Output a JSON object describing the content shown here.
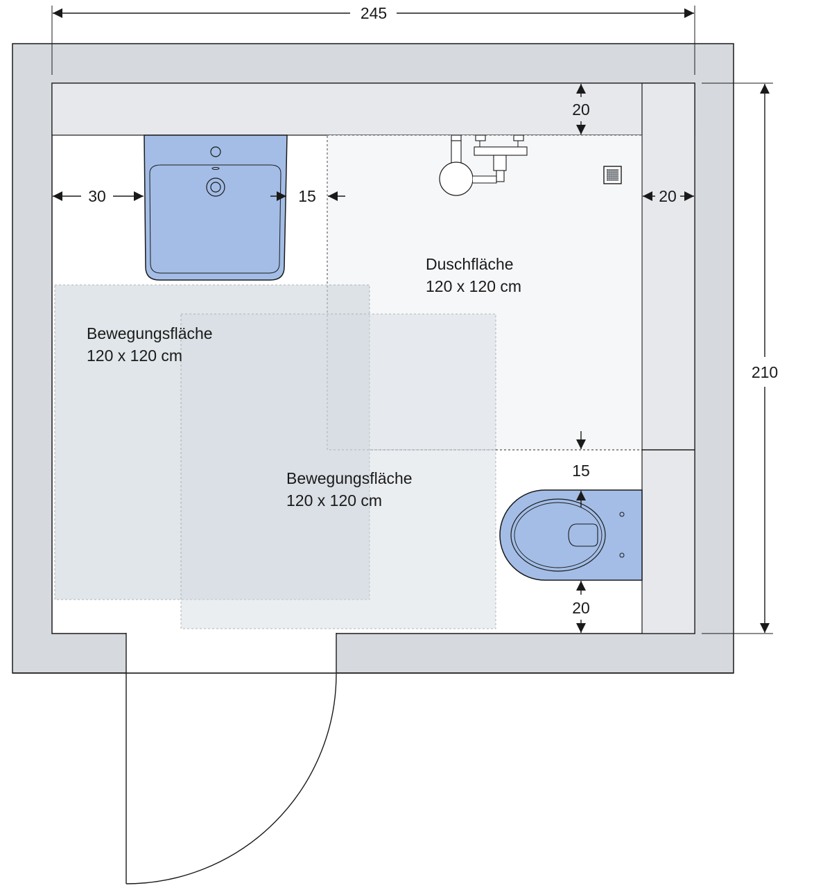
{
  "dimensions": {
    "total_width": "245",
    "total_height": "210",
    "top_wall_gap": "20",
    "left_clearance": "30",
    "washbasin_gap": "15",
    "right_wall_gap": "20",
    "wc_top_gap": "15",
    "wc_bottom_gap": "20"
  },
  "areas": {
    "shower": {
      "label": "Duschfläche",
      "size": "120 x 120 cm"
    },
    "movement_1": {
      "label": "Bewegungsfläche",
      "size": "120 x 120 cm"
    },
    "movement_2": {
      "label": "Bewegungsfläche",
      "size": "120 x 120 cm"
    }
  },
  "colors": {
    "wall": "#d6d9de",
    "pre_wall": "#e6e8ec",
    "shower_floor": "#f6f7f9",
    "fixture_blue": "#a3bde6",
    "movement_area": "#dde3e7"
  }
}
